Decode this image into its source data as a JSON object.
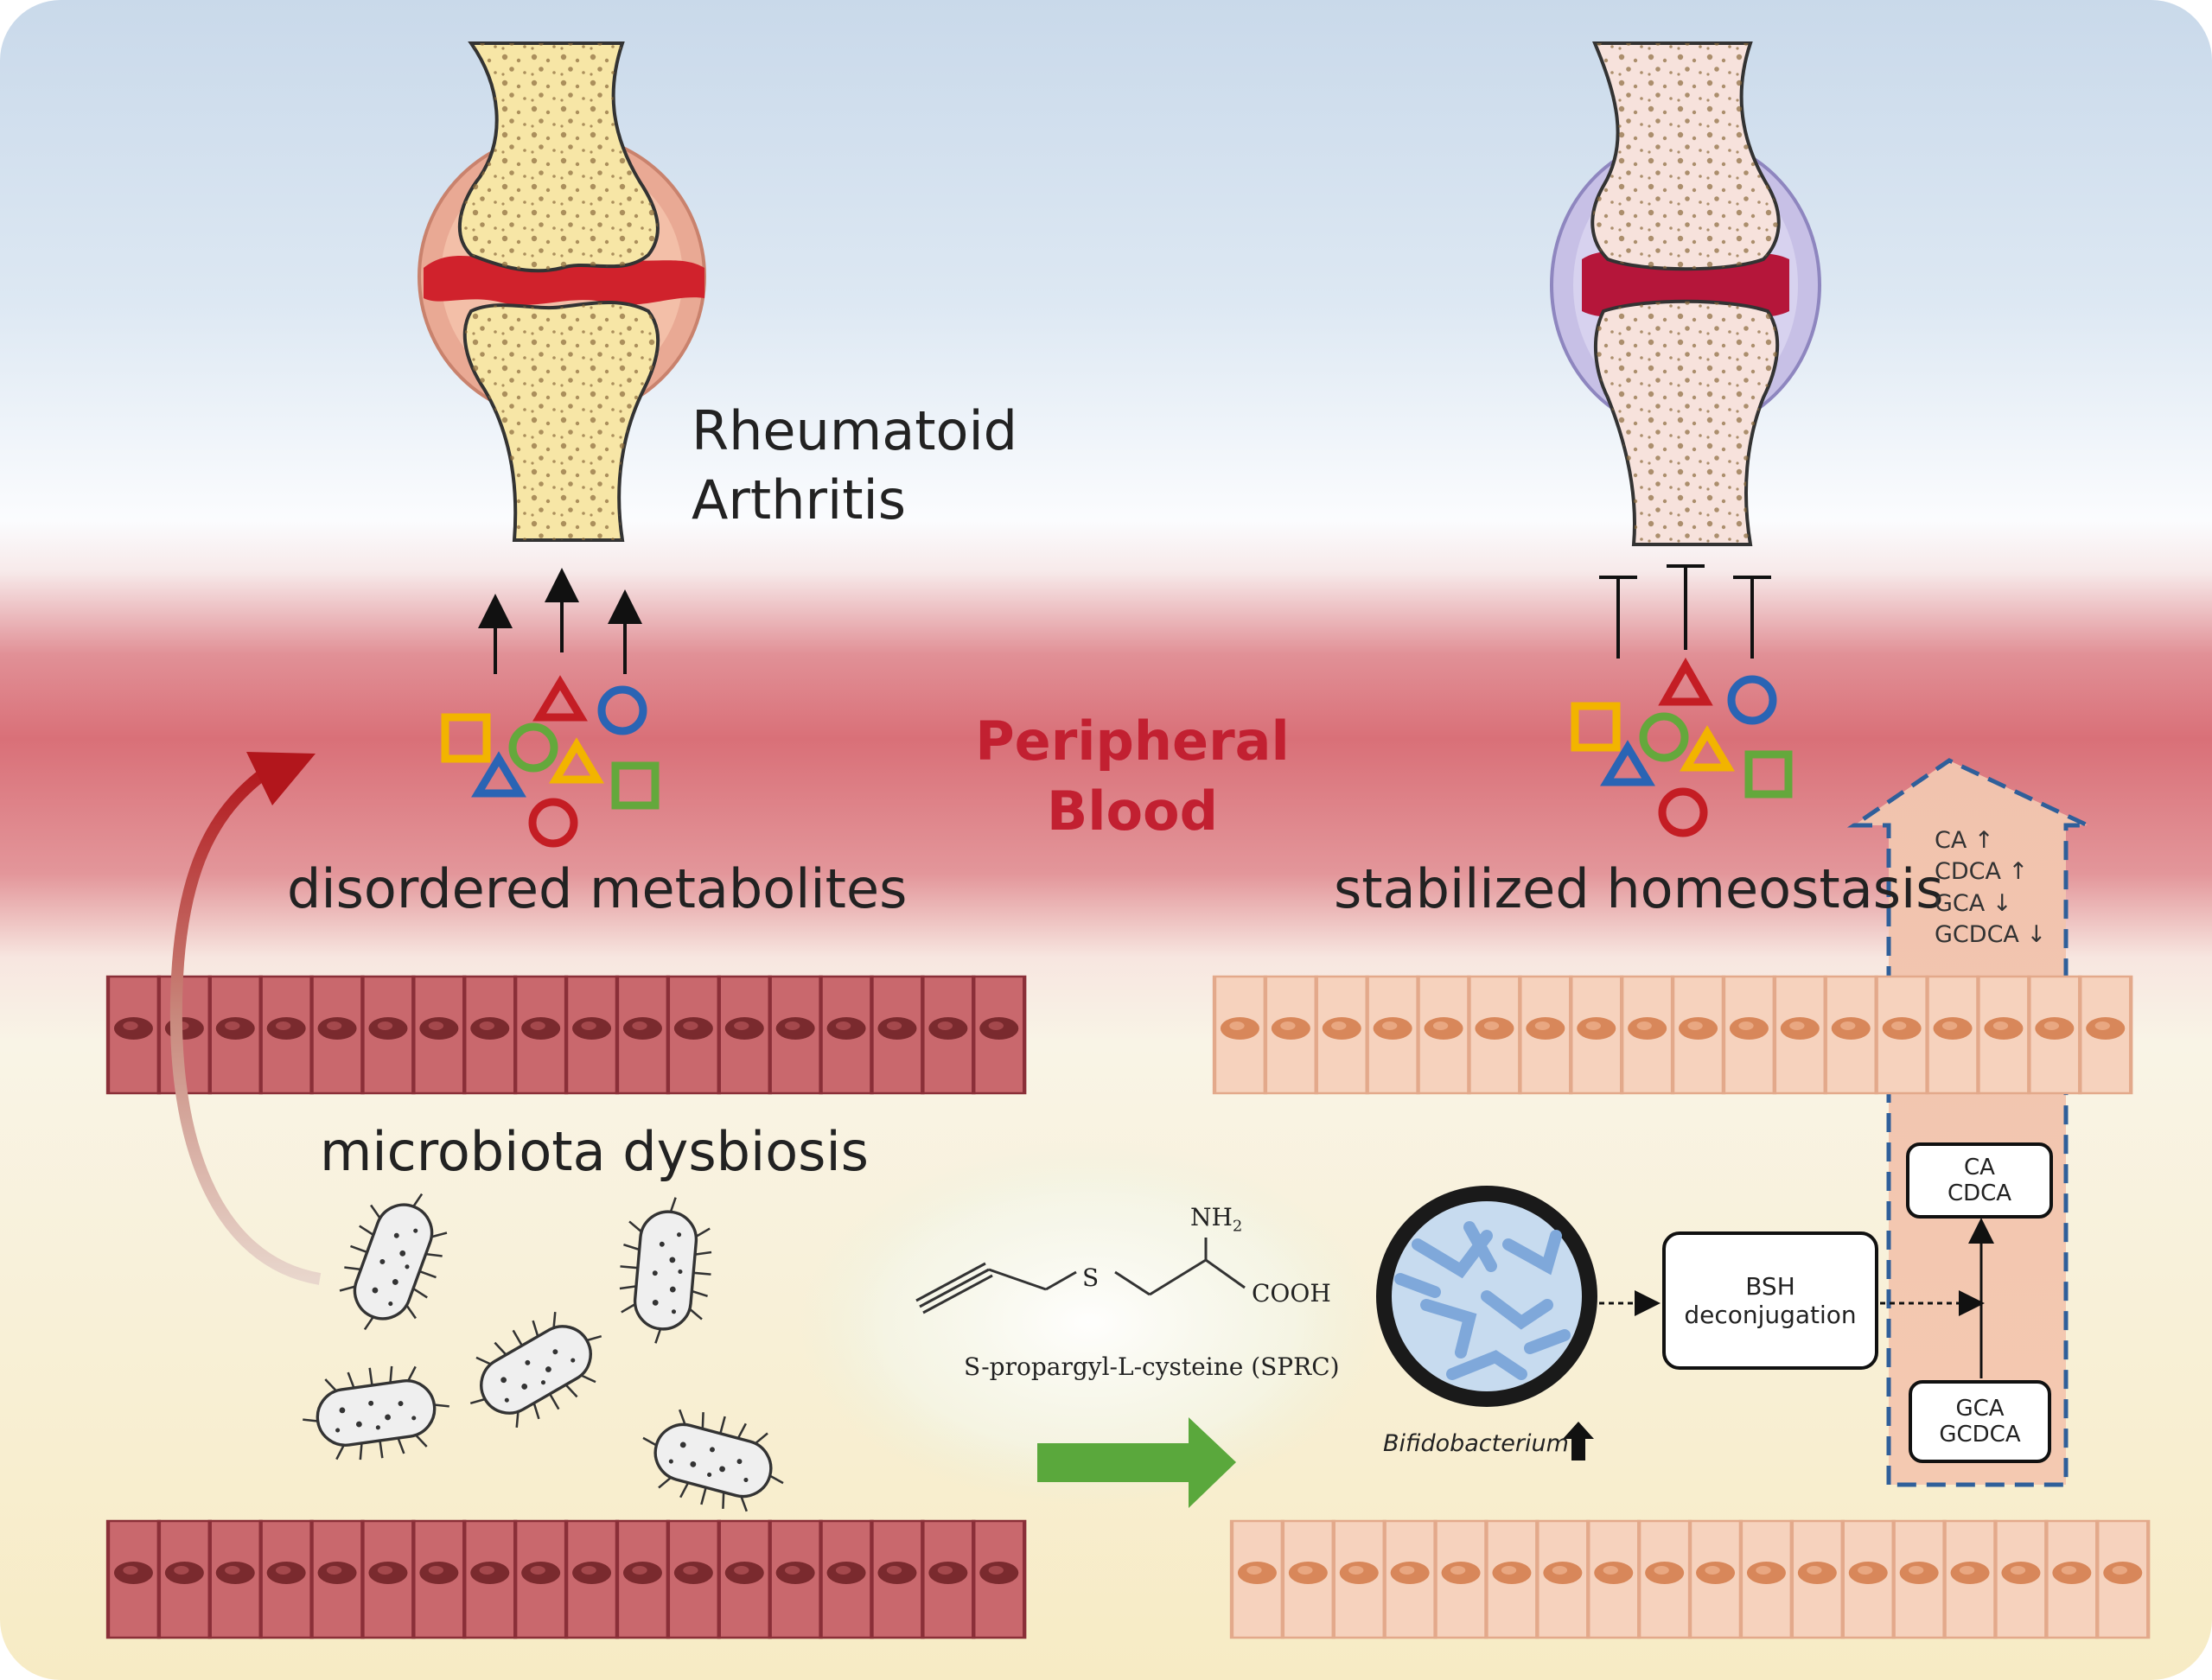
{
  "labels": {
    "rheumatoid_line1": "Rheumatoid",
    "rheumatoid_line2": "Arthritis",
    "peripheral_line1": "Peripheral",
    "peripheral_line2": "Blood",
    "disordered_metabolites": "disordered metabolites",
    "stabilized_homeostasis": "stabilized homeostasis",
    "microbiota_dysbiosis": "microbiota dysbiosis",
    "sprc_name": "S-propargyl-L-cysteine (SPRC)",
    "bifidobacterium": "Bifidobacterium"
  },
  "chem": {
    "s_atom": "S",
    "nh2": "NH",
    "nh2_sub": "2",
    "cooh": "COOH"
  },
  "bile_changes": [
    "CA ↑",
    "CDCA ↑",
    "GCA ↓",
    "GCDCA ↓"
  ],
  "boxes": {
    "bsh_line1": "BSH",
    "bsh_line2": "deconjugation",
    "ca_line1": "CA",
    "ca_line2": "CDCA",
    "gca_line1": "GCA",
    "gca_line2": "GCDCA"
  },
  "colors": {
    "blood_red": "#d9707a",
    "inflamed_cell": "#c9686d",
    "healthy_cell": "#f6d2bd",
    "bone": "#f7e6a6",
    "healthy_bone": "#f7e2dc",
    "title_red": "#c22031",
    "green_arrow": "#5aa83c",
    "dashed_blue": "#2f5f9a"
  }
}
